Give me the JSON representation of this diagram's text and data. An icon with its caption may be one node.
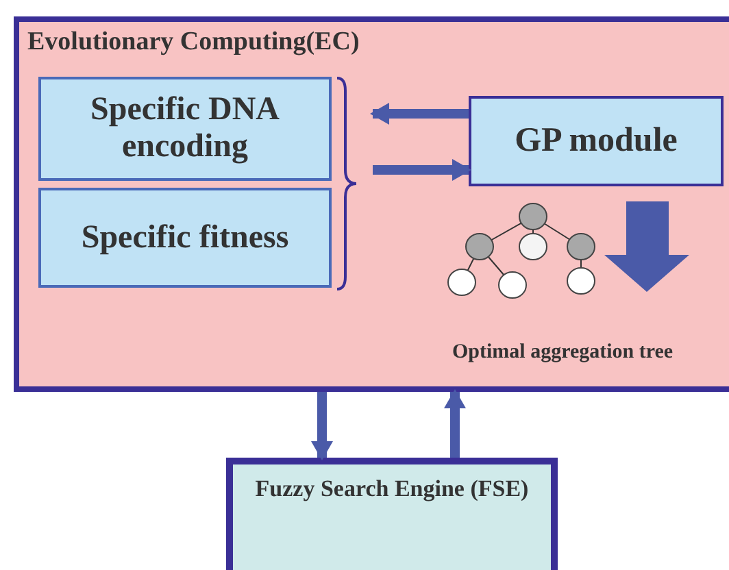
{
  "diagram": {
    "nodes": [
      {
        "text": [
          "Evolutionary Computing(EC)"
        ]
      },
      {
        "text": [
          "Specific DNA encoding"
        ],
        "in": 0
      },
      {
        "text": [
          "Specific fitness"
        ],
        "in": 0
      },
      {
        "text": [],
        "shape": "brace",
        "in": 0
      },
      {
        "text": [
          "GP module"
        ],
        "in": 0
      },
      {
        "text": [],
        "shape": "picture",
        "in": 0,
        "beside": [
          "Optimal aggregation tree"
        ]
      },
      {
        "text": [
          "Fuzzy Search Engine (FSE)"
        ]
      }
    ],
    "edges": [
      {
        "from": 4,
        "to": 3,
        "arrow": "to"
      },
      {
        "from": 3,
        "to": 4,
        "arrow": "to"
      },
      {
        "from": 0,
        "to": 6,
        "arrow": "to"
      },
      {
        "from": 6,
        "to": 0,
        "arrow": "to"
      }
    ]
  }
}
